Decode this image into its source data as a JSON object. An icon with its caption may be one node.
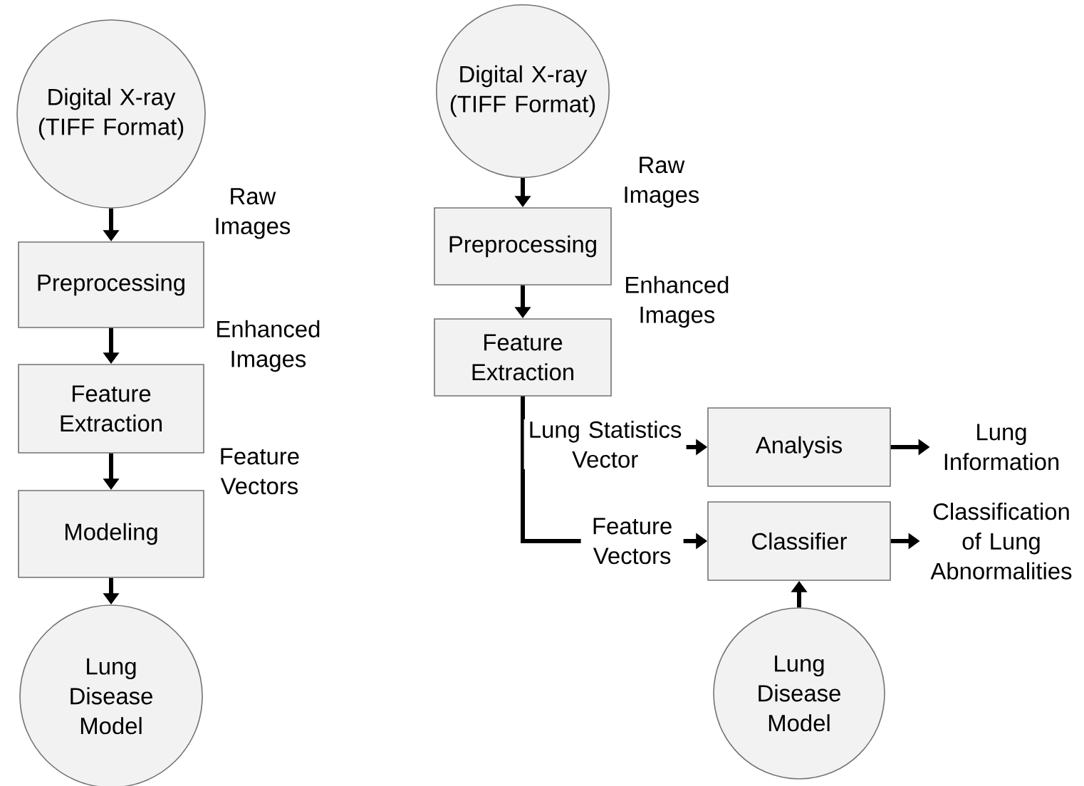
{
  "diagram": {
    "nodes": [
      {
        "text": [
          "Digital X-ray (TIFF Format)"
        ]
      },
      {
        "text": [
          "Preprocessing"
        ]
      },
      {
        "text": [
          "Feature Extraction"
        ]
      },
      {
        "text": [
          "Modeling"
        ]
      },
      {
        "text": [
          "Lung Disease Model"
        ]
      },
      {
        "text": [
          "Digital X-ray (TIFF Format)"
        ]
      },
      {
        "text": [
          "Preprocessing"
        ]
      },
      {
        "text": [
          "Feature Extraction"
        ]
      },
      {
        "text": [
          "Analysis"
        ]
      },
      {
        "text": [
          "Classifier"
        ]
      },
      {
        "text": [
          "Lung Information"
        ]
      },
      {
        "text": [
          "Classification of Lung Abnormalities"
        ]
      },
      {
        "text": [
          "Lung Disease Model"
        ]
      }
    ],
    "edges": [
      {
        "from": 0,
        "to": 1,
        "arrow": "to",
        "label": "Raw Images"
      },
      {
        "from": 1,
        "to": 2,
        "arrow": "to",
        "label": "Enhanced Images"
      },
      {
        "from": 2,
        "to": 3,
        "arrow": "to",
        "label": "Feature Vectors"
      },
      {
        "from": 3,
        "to": 4,
        "arrow": "to"
      },
      {
        "from": 5,
        "to": 6,
        "arrow": "to",
        "label": "Raw Images"
      },
      {
        "from": 6,
        "to": 7,
        "arrow": "to",
        "label": "Enhanced Images"
      },
      {
        "from": 7,
        "to": 8,
        "arrow": "to",
        "label": "Lung Statistics Vector"
      },
      {
        "from": 7,
        "to": 9,
        "arrow": "to",
        "label": "Feature Vectors"
      },
      {
        "from": 8,
        "to": 10,
        "arrow": "to"
      },
      {
        "from": 9,
        "to": 11,
        "arrow": "to"
      },
      {
        "from": 12,
        "to": 9,
        "arrow": "to"
      }
    ]
  }
}
